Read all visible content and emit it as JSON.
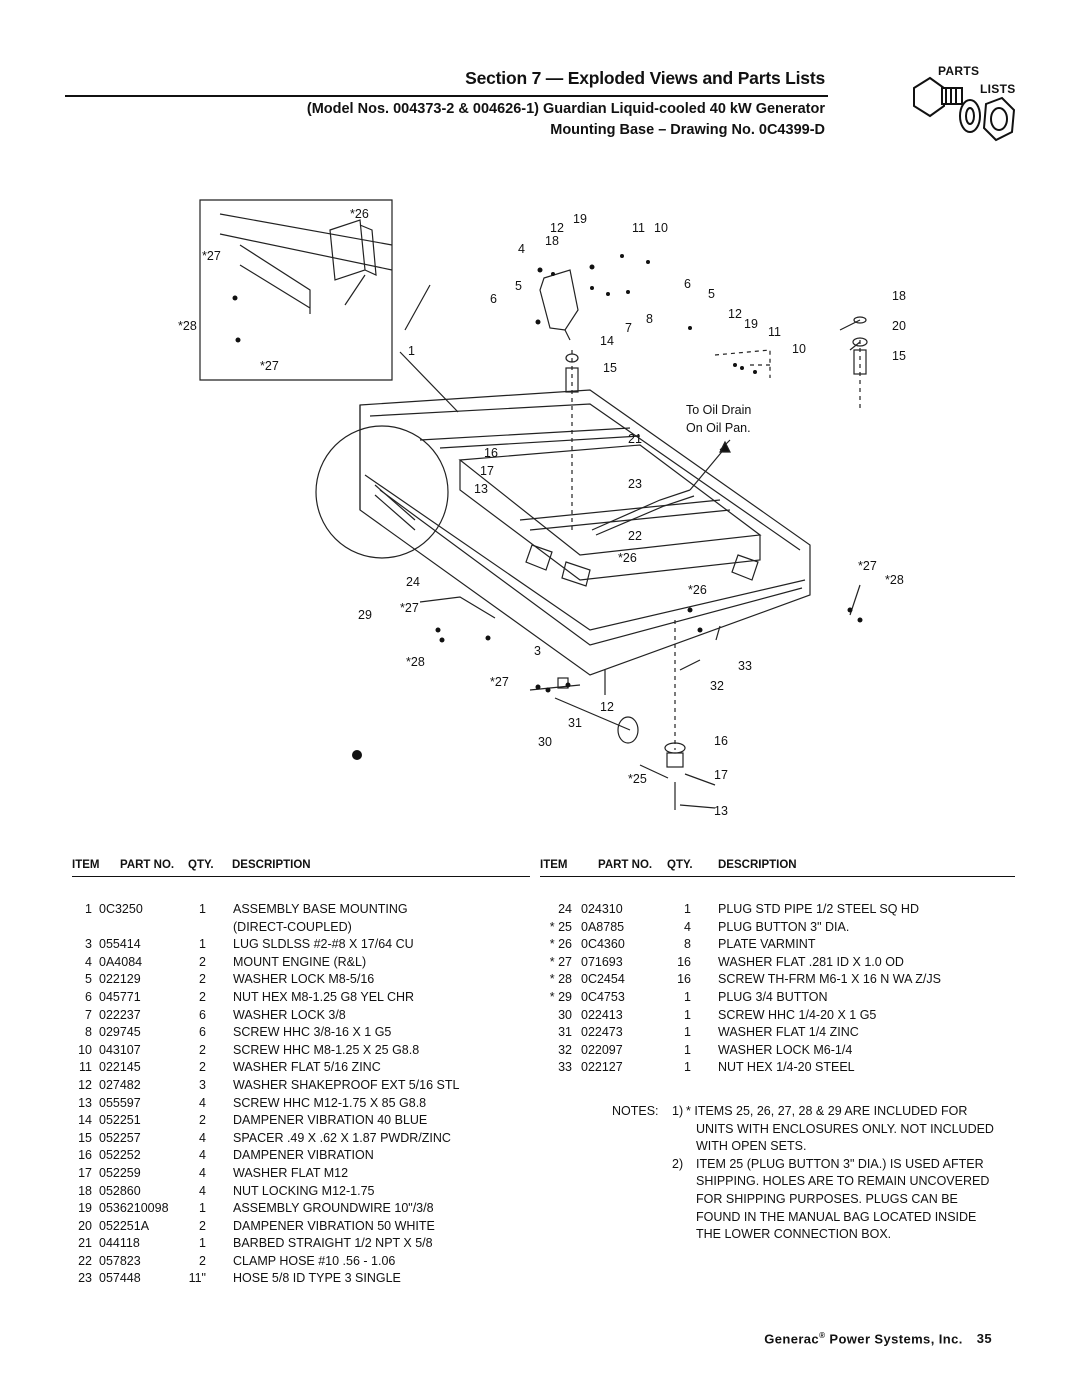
{
  "header": {
    "section_title": "Section 7 — Exploded Views and Parts Lists",
    "model_line": "(Model Nos. 004373-2 & 004626-1) Guardian Liquid-cooled 40 kW Generator",
    "drawing_line": "Mounting Base – Drawing No. 0C4399-D"
  },
  "badge": {
    "line1": "PARTS",
    "line2": "LISTS"
  },
  "drawing": {
    "callouts": [
      "*26",
      "*27",
      "*28",
      "*27",
      "1",
      "12",
      "19",
      "11",
      "10",
      "18",
      "4",
      "5",
      "6",
      "6",
      "5",
      "8",
      "7",
      "14",
      "15",
      "12",
      "19",
      "11",
      "10",
      "18",
      "20",
      "15",
      "21",
      "16",
      "17",
      "13",
      "23",
      "22",
      "*26",
      "*27",
      "*28",
      "*26",
      "24",
      "29",
      "*27",
      "*28",
      "3",
      "*27",
      "33",
      "32",
      "12",
      "31",
      "30",
      "16",
      "*25",
      "17",
      "13"
    ],
    "note_text": [
      "To Oil Drain",
      "On Oil Pan."
    ]
  },
  "table_headers": {
    "item": "ITEM",
    "part": "PART NO.",
    "qty": "QTY.",
    "desc": "DESCRIPTION"
  },
  "parts_left": [
    {
      "item": "1",
      "part": "0C3250",
      "qty": "1",
      "desc": "ASSEMBLY BASE MOUNTING"
    },
    {
      "item": "",
      "part": "",
      "qty": "",
      "desc": "(DIRECT-COUPLED)"
    },
    {
      "item": "3",
      "part": "055414",
      "qty": "1",
      "desc": "LUG SLDLSS #2-#8 X 17/64 CU"
    },
    {
      "item": "4",
      "part": "0A4084",
      "qty": "2",
      "desc": "MOUNT ENGINE (R&L)"
    },
    {
      "item": "5",
      "part": "022129",
      "qty": "2",
      "desc": "WASHER LOCK M8-5/16"
    },
    {
      "item": "6",
      "part": "045771",
      "qty": "2",
      "desc": "NUT HEX M8-1.25 G8 YEL CHR"
    },
    {
      "item": "7",
      "part": "022237",
      "qty": "6",
      "desc": "WASHER LOCK 3/8"
    },
    {
      "item": "8",
      "part": "029745",
      "qty": "6",
      "desc": "SCREW HHC 3/8-16 X 1 G5"
    },
    {
      "item": "10",
      "part": "043107",
      "qty": "2",
      "desc": "SCREW HHC M8-1.25 X 25 G8.8"
    },
    {
      "item": "11",
      "part": "022145",
      "qty": "2",
      "desc": "WASHER FLAT 5/16 ZINC"
    },
    {
      "item": "12",
      "part": "027482",
      "qty": "3",
      "desc": "WASHER SHAKEPROOF EXT 5/16 STL"
    },
    {
      "item": "13",
      "part": "055597",
      "qty": "4",
      "desc": "SCREW HHC M12-1.75 X 85 G8.8"
    },
    {
      "item": "14",
      "part": "052251",
      "qty": "2",
      "desc": "DAMPENER VIBRATION 40 BLUE"
    },
    {
      "item": "15",
      "part": "052257",
      "qty": "4",
      "desc": "SPACER .49 X .62 X 1.87 PWDR/ZINC"
    },
    {
      "item": "16",
      "part": "052252",
      "qty": "4",
      "desc": "DAMPENER VIBRATION"
    },
    {
      "item": "17",
      "part": "052259",
      "qty": "4",
      "desc": "WASHER FLAT M12"
    },
    {
      "item": "18",
      "part": "052860",
      "qty": "4",
      "desc": "NUT LOCKING M12-1.75"
    },
    {
      "item": "19",
      "part": "0536210098",
      "qty": "1",
      "desc": "ASSEMBLY GROUNDWIRE 10\"/3/8"
    },
    {
      "item": "20",
      "part": "052251A",
      "qty": "2",
      "desc": "DAMPENER VIBRATION 50 WHITE"
    },
    {
      "item": "21",
      "part": "044118",
      "qty": "1",
      "desc": "BARBED STRAIGHT 1/2 NPT X 5/8"
    },
    {
      "item": "22",
      "part": "057823",
      "qty": "2",
      "desc": "CLAMP HOSE #10 .56 - 1.06"
    },
    {
      "item": "23",
      "part": "057448",
      "qty": "11\"",
      "desc": "HOSE 5/8 ID TYPE 3 SINGLE"
    }
  ],
  "parts_right": [
    {
      "item": "24",
      "part": "024310",
      "qty": "1",
      "desc": "PLUG STD PIPE 1/2 STEEL SQ HD"
    },
    {
      "item": "* 25",
      "part": "0A8785",
      "qty": "4",
      "desc": "PLUG BUTTON 3\" DIA."
    },
    {
      "item": "* 26",
      "part": "0C4360",
      "qty": "8",
      "desc": "PLATE VARMINT"
    },
    {
      "item": "* 27",
      "part": "071693",
      "qty": "16",
      "desc": "WASHER FLAT .281 ID X 1.0 OD"
    },
    {
      "item": "* 28",
      "part": "0C2454",
      "qty": "16",
      "desc": "SCREW TH-FRM M6-1 X 16 N WA Z/JS"
    },
    {
      "item": "* 29",
      "part": "0C4753",
      "qty": "1",
      "desc": "PLUG 3/4 BUTTON"
    },
    {
      "item": "30",
      "part": "022413",
      "qty": "1",
      "desc": "SCREW HHC 1/4-20 X 1 G5"
    },
    {
      "item": "31",
      "part": "022473",
      "qty": "1",
      "desc": "WASHER FLAT 1/4 ZINC"
    },
    {
      "item": "32",
      "part": "022097",
      "qty": "1",
      "desc": "WASHER LOCK M6-1/4"
    },
    {
      "item": "33",
      "part": "022127",
      "qty": "1",
      "desc": "NUT HEX 1/4-20 STEEL"
    }
  ],
  "notes": {
    "label": "NOTES:",
    "items": [
      {
        "num": "1)",
        "lines": [
          "* ITEMS 25, 26, 27, 28 & 29 ARE INCLUDED FOR",
          "UNITS WITH ENCLOSURES ONLY. NOT INCLUDED",
          "WITH OPEN SETS."
        ]
      },
      {
        "num": "2)",
        "lines": [
          "ITEM 25 (PLUG BUTTON 3\" DIA.) IS USED AFTER",
          "SHIPPING.  HOLES ARE TO REMAIN UNCOVERED",
          "FOR SHIPPING PURPOSES.  PLUGS CAN BE",
          "FOUND IN THE MANUAL BAG LOCATED INSIDE",
          "THE LOWER CONNECTION BOX."
        ]
      }
    ]
  },
  "footer": {
    "company": "Generac",
    "reg": "®",
    "rest": " Power Systems, Inc.",
    "page": "35"
  }
}
